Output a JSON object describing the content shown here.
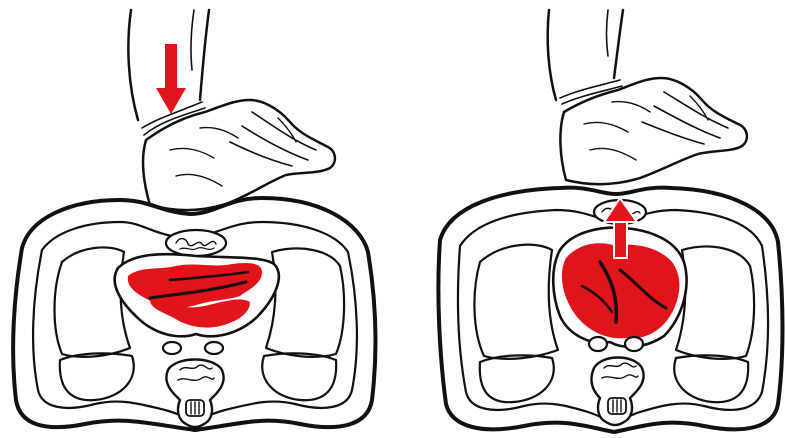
{
  "colors": {
    "outline": "#111111",
    "heart_fill": "#e3131b",
    "arrow_fill": "#e3131b",
    "background": "#ffffff"
  },
  "panels": [
    {
      "id": "compression",
      "arrow": {
        "direction": "down",
        "icon": "arrow-down-icon"
      },
      "heart_state": "compressed"
    },
    {
      "id": "release",
      "arrow": {
        "direction": "up",
        "icon": "arrow-up-icon"
      },
      "heart_state": "expanded"
    }
  ]
}
